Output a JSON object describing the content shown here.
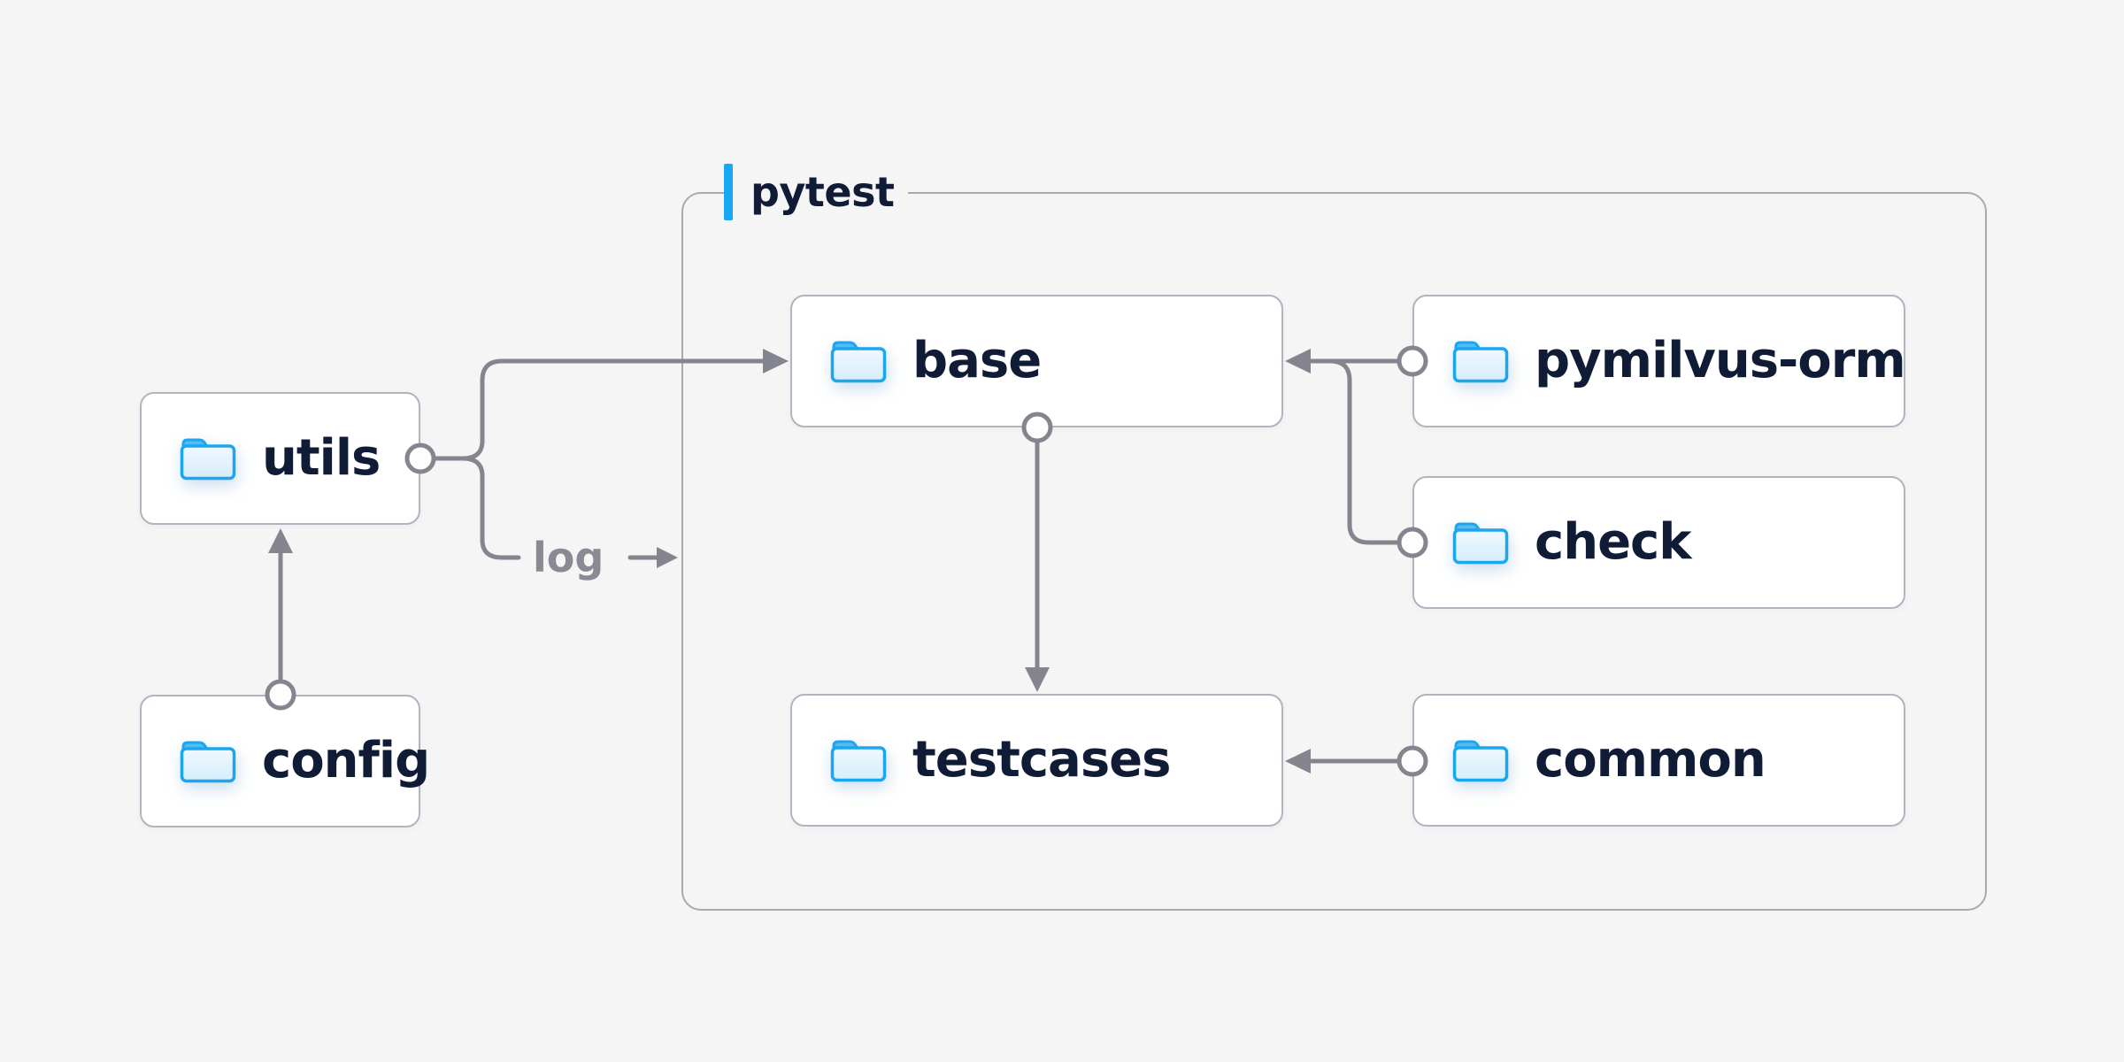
{
  "page": {
    "background_color": "#f5f5f6"
  },
  "diagram": {
    "container": {
      "label": "pytest",
      "accent_color": "#17a7f3",
      "border_color": "#a9a9b6"
    },
    "nodes": [
      {
        "id": "utils",
        "label": "utils"
      },
      {
        "id": "config",
        "label": "config"
      },
      {
        "id": "base",
        "label": "base"
      },
      {
        "id": "testcases",
        "label": "testcases"
      },
      {
        "id": "pymilvus-orm",
        "label": "pymilvus-orm"
      },
      {
        "id": "check",
        "label": "check"
      },
      {
        "id": "common",
        "label": "common"
      }
    ],
    "edge_label": {
      "text": "log"
    },
    "edges": [
      {
        "from": "utils",
        "to": "base"
      },
      {
        "from": "utils",
        "to": "pytest-container",
        "label": "log"
      },
      {
        "from": "config",
        "to": "utils"
      },
      {
        "from": "base",
        "to": "testcases"
      },
      {
        "from": "pymilvus-orm",
        "to": "base"
      },
      {
        "from": "check",
        "to": "base"
      },
      {
        "from": "common",
        "to": "testcases"
      }
    ],
    "colors": {
      "line_gray": "#85858f",
      "node_text": "#101b36",
      "node_border": "#b3b3c0",
      "folder_blue": "#1ba6f0",
      "folder_tab_blue": "#5ab9ee",
      "edge_label_gray": "#8a8a94",
      "node_background": "#ffffff"
    }
  }
}
